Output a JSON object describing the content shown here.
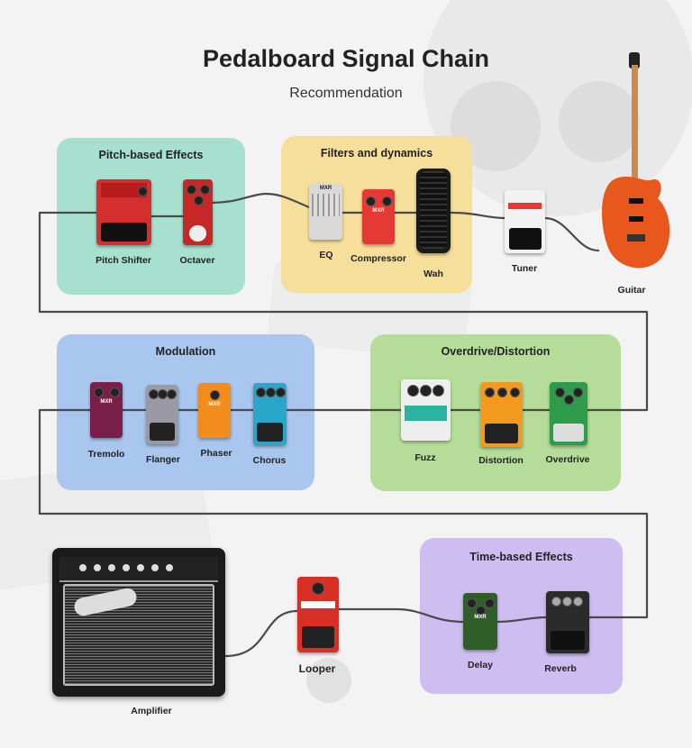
{
  "title": "Pedalboard Signal Chain",
  "subtitle": "Recommendation",
  "groups": {
    "pitch": {
      "title": "Pitch-based Effects",
      "color": "#a8e0cf"
    },
    "filters": {
      "title": "Filters and dynamics",
      "color": "#f6df9a"
    },
    "modulation": {
      "title": "Modulation",
      "color": "#a9c6ef"
    },
    "overdrive": {
      "title": "Overdrive/Distortion",
      "color": "#b5dd99"
    },
    "time": {
      "title": "Time-based Effects",
      "color": "#cdbdf0"
    }
  },
  "pedals": {
    "pitch_shifter": "Pitch Shifter",
    "octaver": "Octaver",
    "eq": "EQ",
    "compressor": "Compressor",
    "wah": "Wah",
    "tuner": "Tuner",
    "guitar": "Guitar",
    "tremolo": "Tremolo",
    "flanger": "Flanger",
    "phaser": "Phaser",
    "chorus": "Chorus",
    "fuzz": "Fuzz",
    "distortion": "Distortion",
    "overdrive": "Overdrive",
    "amplifier": "Amplifier",
    "looper": "Looper",
    "delay": "Delay",
    "reverb": "Reverb"
  },
  "colors": {
    "cable": "#4a4a4a",
    "pitch_shifter": "#d32f2f",
    "octaver": "#c62828",
    "eq": "#d9d9d9",
    "compressor": "#e53935",
    "wah": "#1a1a1a",
    "tuner": "#f2f2f2",
    "tremolo": "#7a1f4a",
    "flanger": "#9a9aa6",
    "phaser": "#f28c1c",
    "chorus": "#2aa6c8",
    "fuzz": "#eeeeee",
    "distortion": "#f39a1e",
    "overdrive": "#2e9c4a",
    "looper": "#d93025",
    "delay": "#2f5e2a",
    "reverb": "#2b2b2b",
    "guitar": "#e8571c"
  }
}
